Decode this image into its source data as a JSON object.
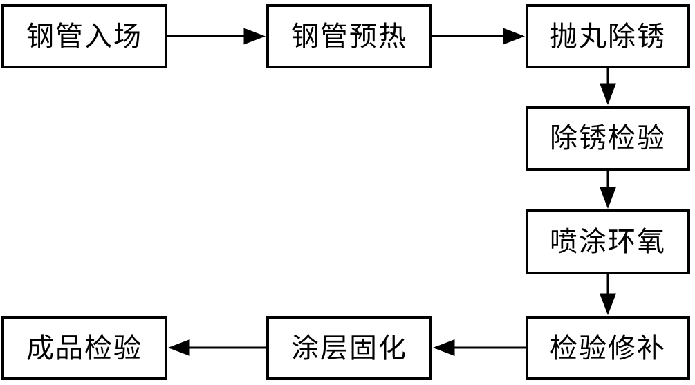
{
  "diagram": {
    "type": "flowchart",
    "description": "Steel pipe anti-corrosion coating process flow",
    "nodes": [
      {
        "id": "node-1",
        "label": "钢管入场"
      },
      {
        "id": "node-2",
        "label": "钢管预热"
      },
      {
        "id": "node-3",
        "label": "抛丸除锈"
      },
      {
        "id": "node-4",
        "label": "除锈检验"
      },
      {
        "id": "node-5",
        "label": "喷涂环氧"
      },
      {
        "id": "node-6",
        "label": "检验修补"
      },
      {
        "id": "node-7",
        "label": "涂层固化"
      },
      {
        "id": "node-8",
        "label": "成品检验"
      }
    ],
    "edges": [
      {
        "from": "钢管入场",
        "to": "钢管预热",
        "direction": "right"
      },
      {
        "from": "钢管预热",
        "to": "抛丸除锈",
        "direction": "right"
      },
      {
        "from": "抛丸除锈",
        "to": "除锈检验",
        "direction": "down"
      },
      {
        "from": "除锈检验",
        "to": "喷涂环氧",
        "direction": "down"
      },
      {
        "from": "喷涂环氧",
        "to": "检验修补",
        "direction": "down"
      },
      {
        "from": "检验修补",
        "to": "涂层固化",
        "direction": "left"
      },
      {
        "from": "涂层固化",
        "to": "成品检验",
        "direction": "left"
      }
    ],
    "colors": {
      "line": "#000000",
      "box_border": "#000000",
      "box_fill": "#ffffff",
      "background": "#ffffff",
      "text": "#000000"
    }
  }
}
